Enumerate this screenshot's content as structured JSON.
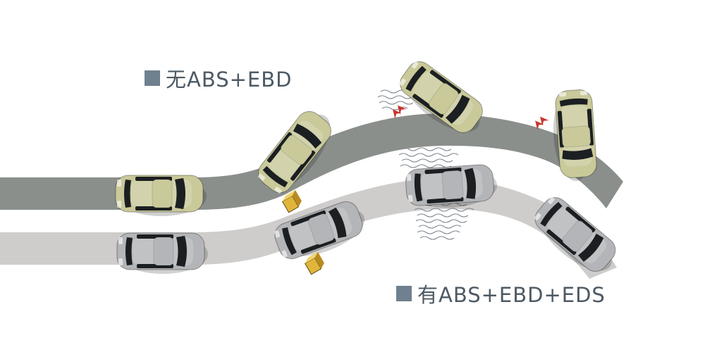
{
  "legend": {
    "without": {
      "label": "无ABS+EBD",
      "swatch_color": "#6f808f"
    },
    "with": {
      "label": "有ABS+EBD+EDS",
      "swatch_color": "#6f808f"
    }
  },
  "colors": {
    "road_without": "#8a8f8c",
    "road_with": "#cfcdcb",
    "car_without": "#c9c99a",
    "car_with": "#b3b5b8",
    "window": "#1c1f22",
    "skid_arrow": "#c9342b",
    "warning_marker": "#e1b53a",
    "skid_marks": "#7f8792"
  },
  "icons": [
    "skid-arrow-icon",
    "warning-marker-icon",
    "tire-skid-marks"
  ]
}
